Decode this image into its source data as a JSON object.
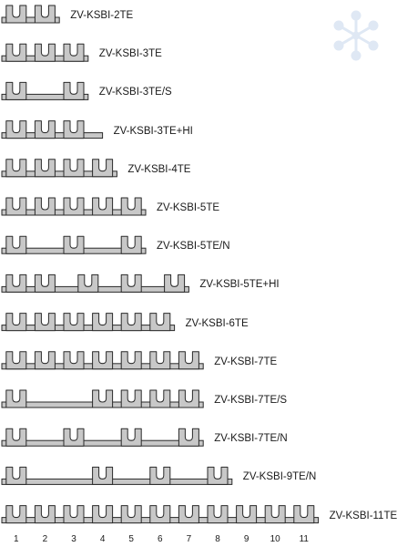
{
  "colors": {
    "fill": "#c8c8c8",
    "stroke": "#2a2a2a",
    "logo": "#dfe8f4"
  },
  "logo": {
    "icon": "snowflake-dots-logo-icon"
  },
  "busbars": [
    {
      "label": "ZV-KSBI-2TE",
      "positions": [
        1,
        2
      ],
      "length": 2
    },
    {
      "label": "ZV-KSBI-3TE",
      "positions": [
        1,
        2,
        3
      ],
      "length": 3
    },
    {
      "label": "ZV-KSBI-3TE/S",
      "positions": [
        1,
        3
      ],
      "length": 3
    },
    {
      "label": "ZV-KSBI-3TE+HI",
      "positions": [
        1,
        2,
        3
      ],
      "length": 3.5
    },
    {
      "label": "ZV-KSBI-4TE",
      "positions": [
        1,
        2,
        3,
        4
      ],
      "length": 4
    },
    {
      "label": "ZV-KSBI-5TE",
      "positions": [
        1,
        2,
        3,
        4,
        5
      ],
      "length": 5
    },
    {
      "label": "ZV-KSBI-5TE/N",
      "positions": [
        1,
        3,
        5
      ],
      "length": 5
    },
    {
      "label": "ZV-KSBI-5TE+HI",
      "positions": [
        1,
        2,
        3.5,
        5,
        6.5
      ],
      "length": 6.5
    },
    {
      "label": "ZV-KSBI-6TE",
      "positions": [
        1,
        2,
        3,
        4,
        5,
        6
      ],
      "length": 6
    },
    {
      "label": "ZV-KSBI-7TE",
      "positions": [
        1,
        2,
        3,
        4,
        5,
        6,
        7
      ],
      "length": 7
    },
    {
      "label": "ZV-KSBI-7TE/S",
      "positions": [
        1,
        4,
        5,
        6,
        7
      ],
      "length": 7
    },
    {
      "label": "ZV-KSBI-7TE/N",
      "positions": [
        1,
        3,
        5,
        7
      ],
      "length": 7
    },
    {
      "label": "ZV-KSBI-9TE/N",
      "positions": [
        1,
        4,
        6,
        8
      ],
      "length": 8
    },
    {
      "label": "ZV-KSBI-11TE",
      "positions": [
        1,
        2,
        3,
        4,
        5,
        6,
        7,
        8,
        9,
        10,
        11
      ],
      "length": 11
    }
  ],
  "axis": {
    "ticks": [
      "1",
      "2",
      "3",
      "4",
      "5",
      "6",
      "7",
      "8",
      "9",
      "10",
      "11"
    ]
  }
}
